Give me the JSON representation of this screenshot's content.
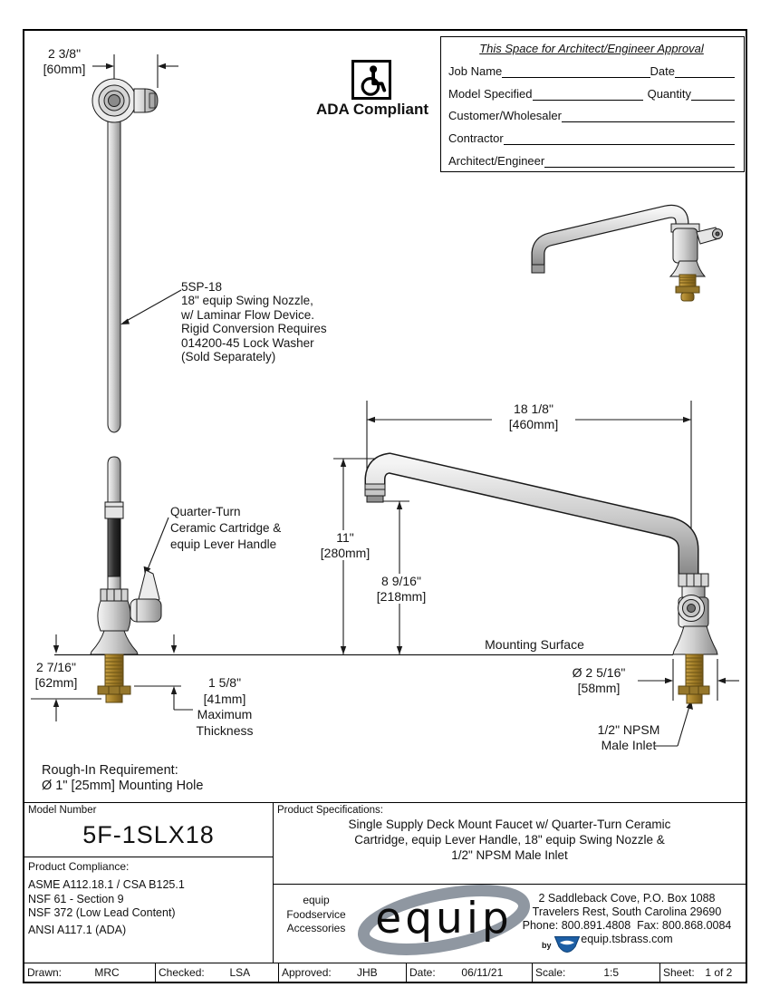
{
  "drawing": {
    "ada_label": "ADA Compliant",
    "approval": {
      "title": "This Space for Architect/Engineer Approval",
      "job_name": "Job Name",
      "date": "Date",
      "model_specified": "Model Specified",
      "quantity": "Quantity",
      "customer": "Customer/Wholesaler",
      "contractor": "Contractor",
      "architect": "Architect/Engineer"
    },
    "callouts": {
      "nozzle": [
        "5SP-18",
        "18\" equip Swing Nozzle,",
        "w/ Laminar Flow Device.",
        "Rigid Conversion Requires",
        "014200-45 Lock Washer",
        "(Sold Separately)"
      ],
      "cartridge": [
        "Quarter-Turn",
        "Ceramic Cartridge &",
        "equip Lever Handle"
      ],
      "mounting_surface": "Mounting Surface",
      "inlet": [
        "1/2\" NPSM",
        "Male Inlet"
      ],
      "max_thickness": [
        "Maximum",
        "Thickness"
      ],
      "rough_in": [
        "Rough-In Requirement:",
        "Ø 1\" [25mm] Mounting Hole"
      ]
    },
    "dims": {
      "top_width": [
        "2 3/8\"",
        "[60mm]"
      ],
      "reach": [
        "18 1/8\"",
        "[460mm]"
      ],
      "height": [
        "11\"",
        "[280mm]"
      ],
      "outlet_height": [
        "8 9/16\"",
        "[218mm]"
      ],
      "below_deck": [
        "2 7/16\"",
        "[62mm]"
      ],
      "thickness": [
        "1 5/8\"",
        "[41mm]"
      ],
      "flange_dia": [
        "Ø 2 5/16\"",
        "[58mm]"
      ]
    }
  },
  "title_block": {
    "model_label": "Model Number",
    "model_number": "5F-1SLX18",
    "specs_label": "Product Specifications:",
    "specs": [
      "Single Supply Deck Mount Faucet w/ Quarter-Turn Ceramic",
      "Cartridge, equip Lever Handle, 18\" equip Swing Nozzle &",
      "1/2\" NPSM Male Inlet"
    ],
    "compliance_label": "Product Compliance:",
    "compliance": [
      "ASME A112.18.1 / CSA B125.1",
      "NSF 61 - Section 9",
      "NSF 372 (Low Lead Content)",
      "ANSI A117.1 (ADA)"
    ],
    "brand": {
      "tagline": [
        "equip",
        "Foodservice",
        "Accessories"
      ],
      "logo_text": "equip",
      "by_text": "by",
      "address": [
        "2 Saddleback Cove, P.O. Box 1088",
        "Travelers Rest, South Carolina 29690",
        "Phone: 800.891.4808  Fax: 800.868.0084",
        "equip.tsbrass.com"
      ]
    }
  },
  "footer": {
    "cells": [
      {
        "label": "Drawn:",
        "value": "MRC"
      },
      {
        "label": "Checked:",
        "value": "LSA"
      },
      {
        "label": "Approved:",
        "value": "JHB"
      },
      {
        "label": "Date:",
        "value": "06/11/21"
      },
      {
        "label": "Scale:",
        "value": "1:5"
      },
      {
        "label": "Sheet:",
        "value": "1  of  2"
      }
    ]
  },
  "colors": {
    "line": "#1a1a1a",
    "brass": "#a8852f",
    "steel": "#cfcfcf",
    "logo_blue": "#1d5fa5",
    "logo_gray": "#8f97a1"
  }
}
